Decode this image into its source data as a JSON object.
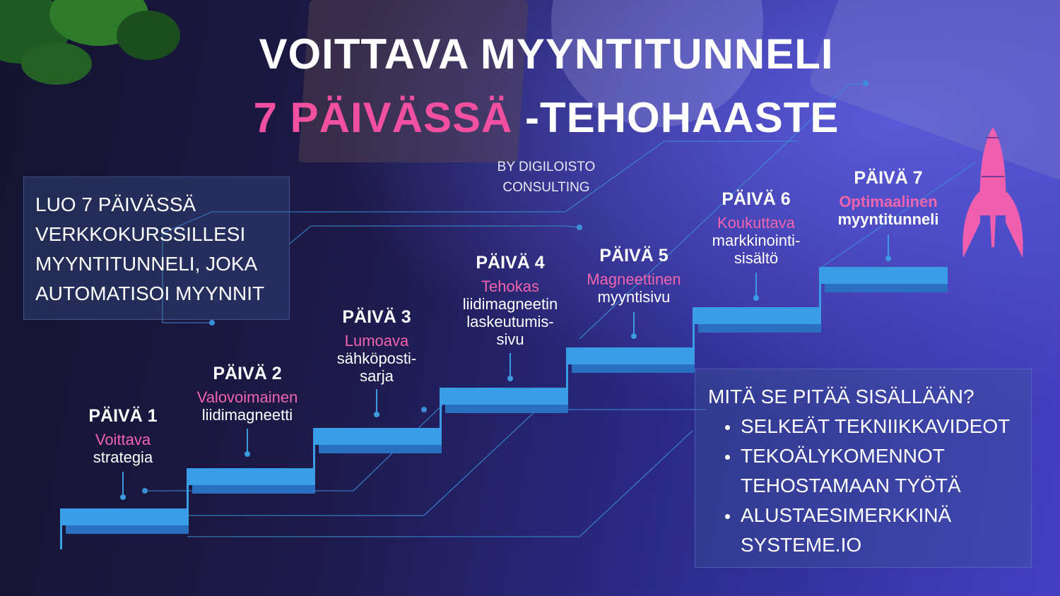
{
  "title": {
    "line1": "VOITTAVA MYYNTITUNNELI",
    "line2_pink": "7 PÄIVÄSSÄ",
    "line2_white": " -TEHOHAASTE"
  },
  "byline": {
    "line1": "BY DIGILOISTO",
    "line2": "CONSULTING"
  },
  "intro": {
    "lines": [
      "LUO 7 PÄIVÄSSÄ",
      "VERKKOKURSSILLESI",
      "MYYNTITUNNELI, JOKA",
      "AUTOMATISOI MYYNNIT"
    ]
  },
  "days": [
    {
      "day": "PÄIVÄ 1",
      "pink": "Voittava",
      "white": "strategia"
    },
    {
      "day": "PÄIVÄ 2",
      "pink": "Valovoimainen",
      "white": "liidimagneetti"
    },
    {
      "day": "PÄIVÄ 3",
      "pink": "Lumoava",
      "white": "sähköposti-\nsarja"
    },
    {
      "day": "PÄIVÄ 4",
      "pink": "Tehokas",
      "white": "liidimagneetin\nlaskeutumis-\nsivu"
    },
    {
      "day": "PÄIVÄ 5",
      "pink": "Magneettinen",
      "white": "myyntisivu"
    },
    {
      "day": "PÄIVÄ 6",
      "pink": "Koukuttava",
      "white": "markkinointi-\nsisältö"
    },
    {
      "day": "PÄIVÄ 7",
      "pink": "Optimaalinen",
      "white": "myyntitunneli"
    }
  ],
  "contents": {
    "heading": "MITÄ SE PITÄÄ SISÄLLÄÄN?",
    "items": [
      "SELKEÄT TEKNIIKKAVIDEOT",
      "TEKOÄLYKOMENNOT TEHOSTAMAAN TYÖTÄ",
      "ALUSTAESIMERKKINÄ SYSTEME.IO"
    ]
  },
  "colors": {
    "accent_pink": "#f0509f",
    "step_blue": "#3a9ee6"
  }
}
